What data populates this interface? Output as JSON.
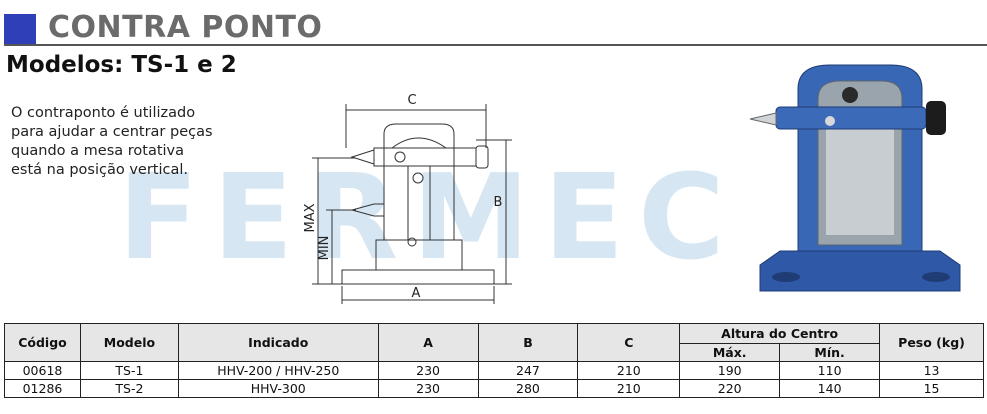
{
  "header": {
    "title": "CONTRA PONTO",
    "accent_color": "#2e3fb8"
  },
  "subtitle": "Modelos: TS-1 e 2",
  "description": "O contraponto é utilizado\npara ajudar a centrar peças\nquando a mesa rotativa\nestá na posição vertical.",
  "watermark": "FERMEC",
  "drawing": {
    "label_c": "C",
    "label_b": "B",
    "label_a": "A",
    "label_max": "MAX",
    "label_min": "MIN"
  },
  "table": {
    "headers": {
      "codigo": "Código",
      "modelo": "Modelo",
      "indicado": "Indicado",
      "a": "A",
      "b": "B",
      "c": "C",
      "altura": "Altura do Centro",
      "max": "Máx.",
      "min": "Mín.",
      "peso": "Peso (kg)"
    },
    "rows": [
      [
        "00618",
        "TS-1",
        "HHV-200 / HHV-250",
        "230",
        "247",
        "210",
        "190",
        "110",
        "13"
      ],
      [
        "01286",
        "TS-2",
        "HHV-300",
        "230",
        "280",
        "210",
        "220",
        "140",
        "15"
      ]
    ]
  }
}
